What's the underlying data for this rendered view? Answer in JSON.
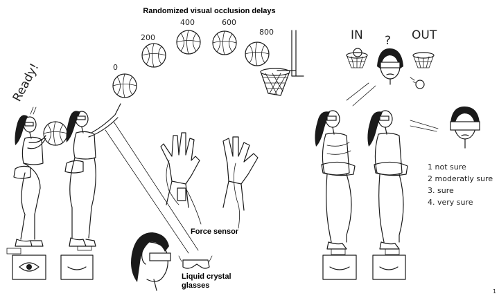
{
  "title": "Randomized visual occlusion delays",
  "delays": [
    "0",
    "200",
    "400",
    "600",
    "800"
  ],
  "ready_text": "Ready!",
  "force_sensor_label": "Force sensor",
  "glasses_label_line1": "Liquid crystal",
  "glasses_label_line2": "glasses",
  "in_label": "IN",
  "out_label": "OUT",
  "question_mark": "?",
  "confidence_scale": [
    "1 not sure",
    "2 moderatly sure",
    "3. sure",
    "4. very sure"
  ],
  "page_marker": "1"
}
